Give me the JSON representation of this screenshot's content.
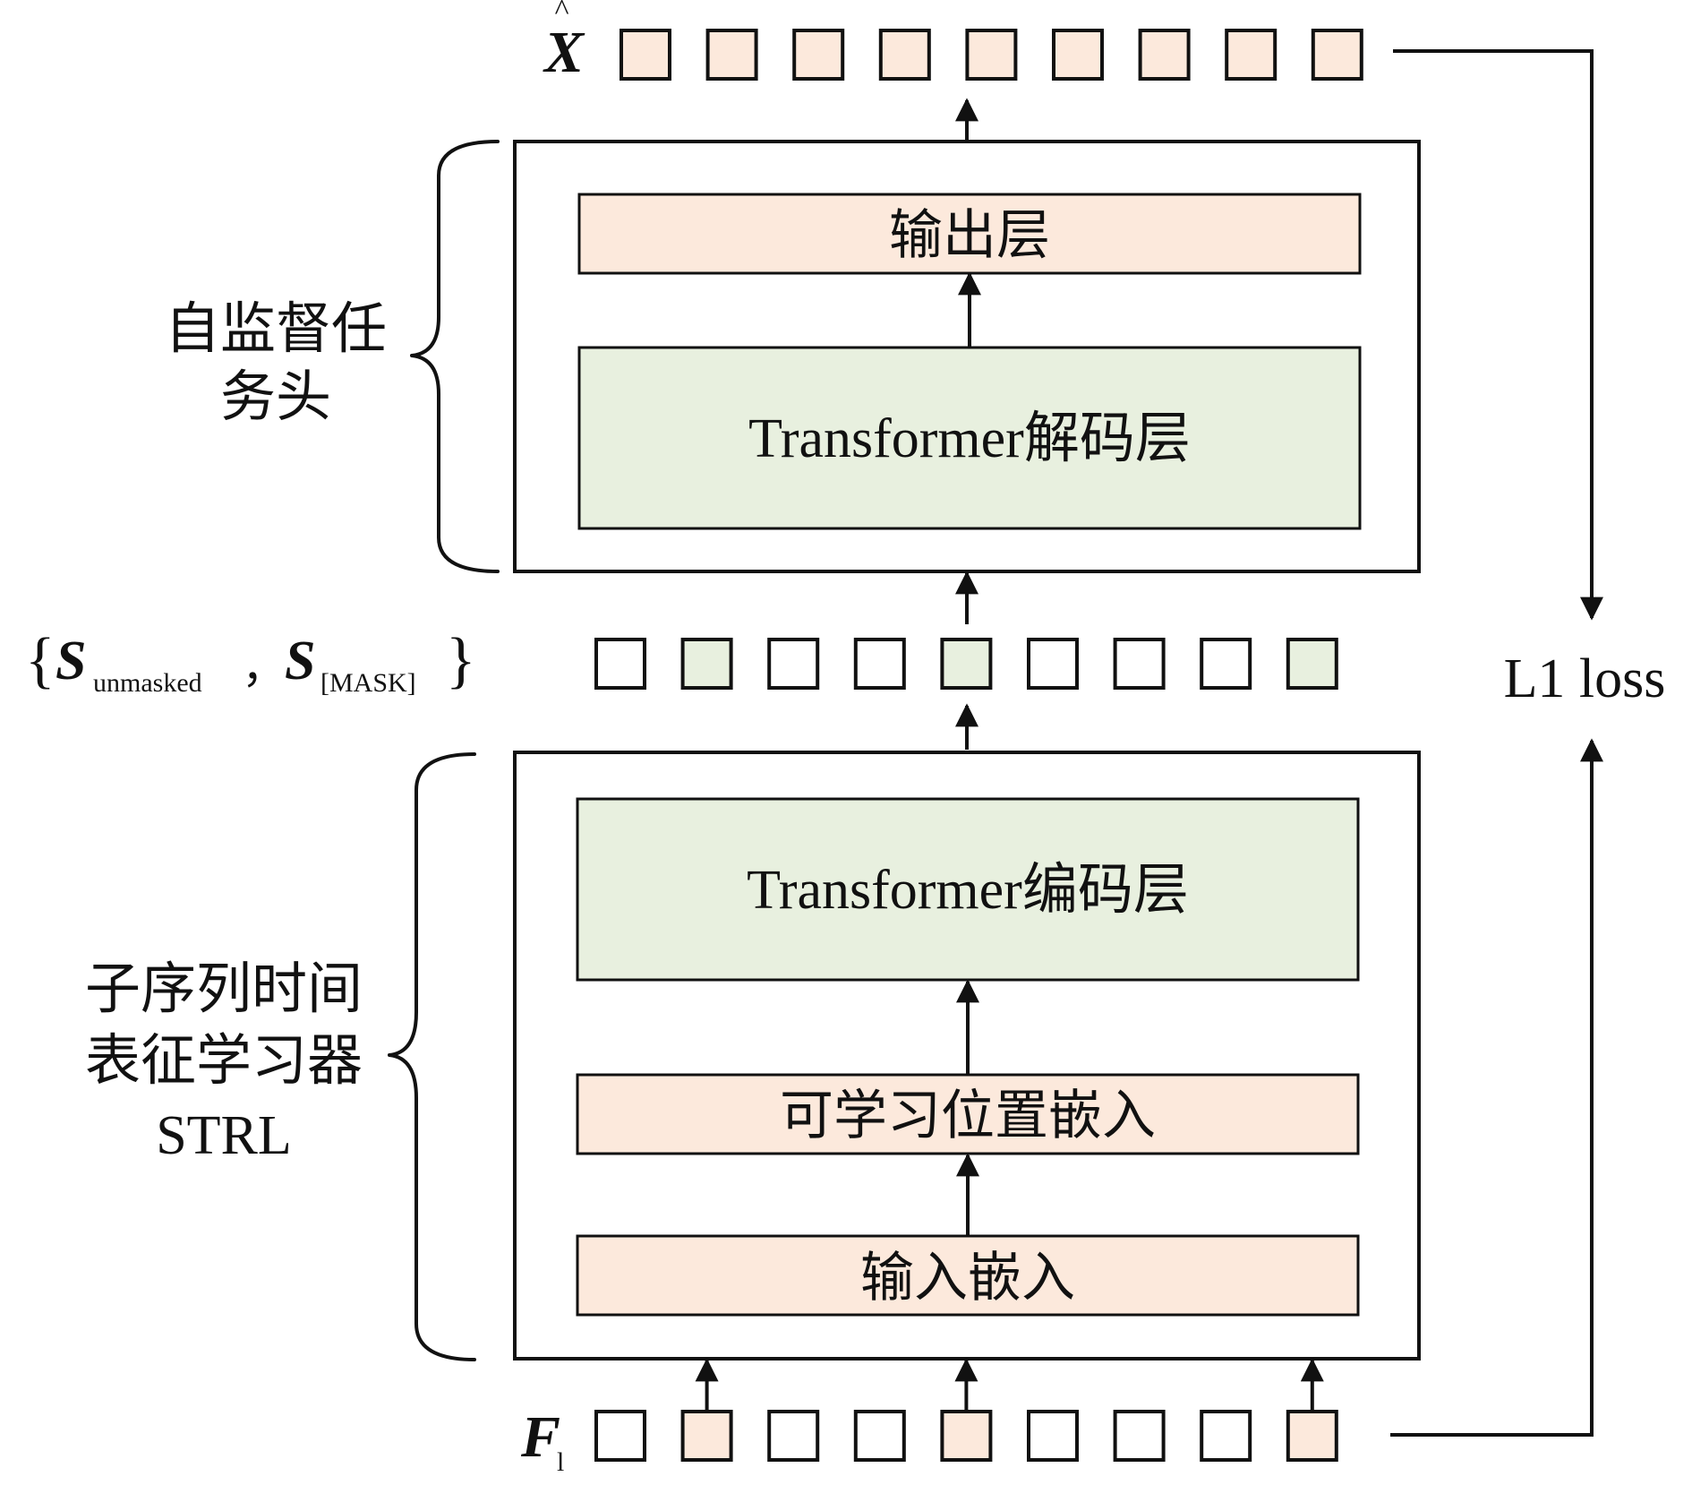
{
  "labels": {
    "x_hat": "X",
    "x_hat_accent": "^",
    "ssl_head_line1": "自监督任",
    "ssl_head_line2": "务头",
    "strl_line1": "子序列时间",
    "strl_line2": "表征学习器",
    "strl_line3": "STRL",
    "s_open": "{",
    "s_symbol_1": "S",
    "s_sub_1": "unmasked",
    "s_comma": "，",
    "s_symbol_2": "S",
    "s_sub_2": "[MASK]",
    "s_close": "}",
    "f_symbol": "F",
    "f_sub": "l",
    "loss": "L1 loss"
  },
  "blocks": {
    "output_layer": "输出层",
    "decoder_layer": "Transformer解码层",
    "encoder_layer": "Transformer编码层",
    "pos_embedding": "可学习位置嵌入",
    "input_embedding": "输入嵌入"
  },
  "token_rows": {
    "x_hat": [
      "peach",
      "peach",
      "peach",
      "peach",
      "peach",
      "peach",
      "peach",
      "peach",
      "peach"
    ],
    "s_tokens": [
      "white",
      "green",
      "white",
      "white",
      "green",
      "white",
      "white",
      "white",
      "green"
    ],
    "f_tokens": [
      "white",
      "peach",
      "white",
      "white",
      "peach",
      "white",
      "white",
      "white",
      "peach"
    ]
  },
  "colors": {
    "peach": "#fce9dc",
    "green": "#e8f0df",
    "white": "#ffffff",
    "stroke": "#111111"
  }
}
